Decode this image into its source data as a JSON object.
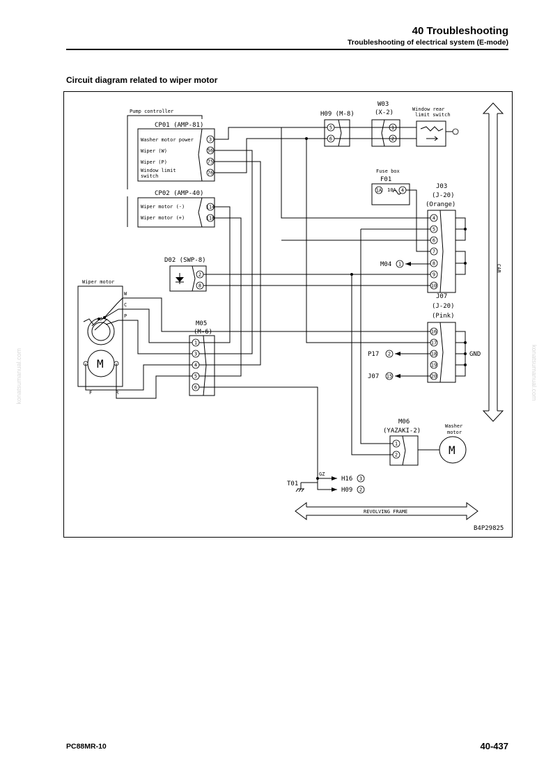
{
  "header": {
    "title": "40 Troubleshooting",
    "subtitle": "Troubleshooting of electrical system (E-mode)"
  },
  "section_title": "Circuit diagram related to wiper motor",
  "diagram": {
    "pump_controller": "Pump controller",
    "cp01": "CP01 (AMP-81)",
    "cp01_pins": [
      "3",
      "56",
      "75",
      "76"
    ],
    "cp01_labels": [
      "Washer motor power",
      "Wiper (W)",
      "Wiper (P)",
      "Window limit",
      "switch"
    ],
    "cp02": "CP02 (AMP-40)",
    "cp02_pins": [
      "114",
      "118"
    ],
    "cp02_labels": [
      "Wiper motor (-)",
      "Wiper motor (+)"
    ],
    "h09": "H09 (M-8)",
    "h09_pins": [
      "5",
      "6"
    ],
    "w03_name": "W03",
    "w03_type": "(X-2)",
    "w03_pins": [
      "1",
      "2"
    ],
    "window_switch": [
      "Window rear",
      "limit switch"
    ],
    "fuse_box": "Fuse box",
    "f01": "F01",
    "fuse_pin": "1A",
    "fuse_rating": "10A",
    "fuse_pin2": "4",
    "j03": [
      "J03",
      "(J-20)",
      "(Orange)"
    ],
    "j03_pins": [
      "4",
      "5",
      "6",
      "7",
      "8",
      "9",
      "10"
    ],
    "m04": "M04",
    "m04_pin": "1",
    "cab": "CAB",
    "d02": "D02 (SWP-8)",
    "d02_pins": [
      "2",
      "8"
    ],
    "wiper_motor": "Wiper motor",
    "wm_terminals": [
      "W",
      "C",
      "P"
    ],
    "wm_fr": [
      "F",
      "R"
    ],
    "motor_symbol": "M",
    "m05": [
      "M05",
      "(M-6)"
    ],
    "m05_pins": [
      "1",
      "3",
      "4",
      "5",
      "6"
    ],
    "j07": [
      "J07",
      "(J-20)",
      "(Pink)"
    ],
    "j07_pins": [
      "16",
      "17",
      "18",
      "19",
      "20"
    ],
    "gnd": "GND",
    "p17": "P17",
    "p17_pin": "2",
    "j07_ref": "J07",
    "j07_ref_pin": "15",
    "m06": [
      "M06",
      "(YAZAKI-2)"
    ],
    "m06_pins": [
      "1",
      "2"
    ],
    "washer_motor": [
      "Washer",
      "motor"
    ],
    "t01": "T01",
    "gz": "GZ",
    "h16": "H16",
    "h16_pin": "3",
    "h09_ref": "H09",
    "h09_ref_pin": "2",
    "revolving_frame": "REVOLVING FRAME",
    "code": "B4P29825"
  },
  "footer": {
    "model": "PC88MR-10",
    "page": "40-437"
  },
  "watermark": "konatsumanual.com"
}
